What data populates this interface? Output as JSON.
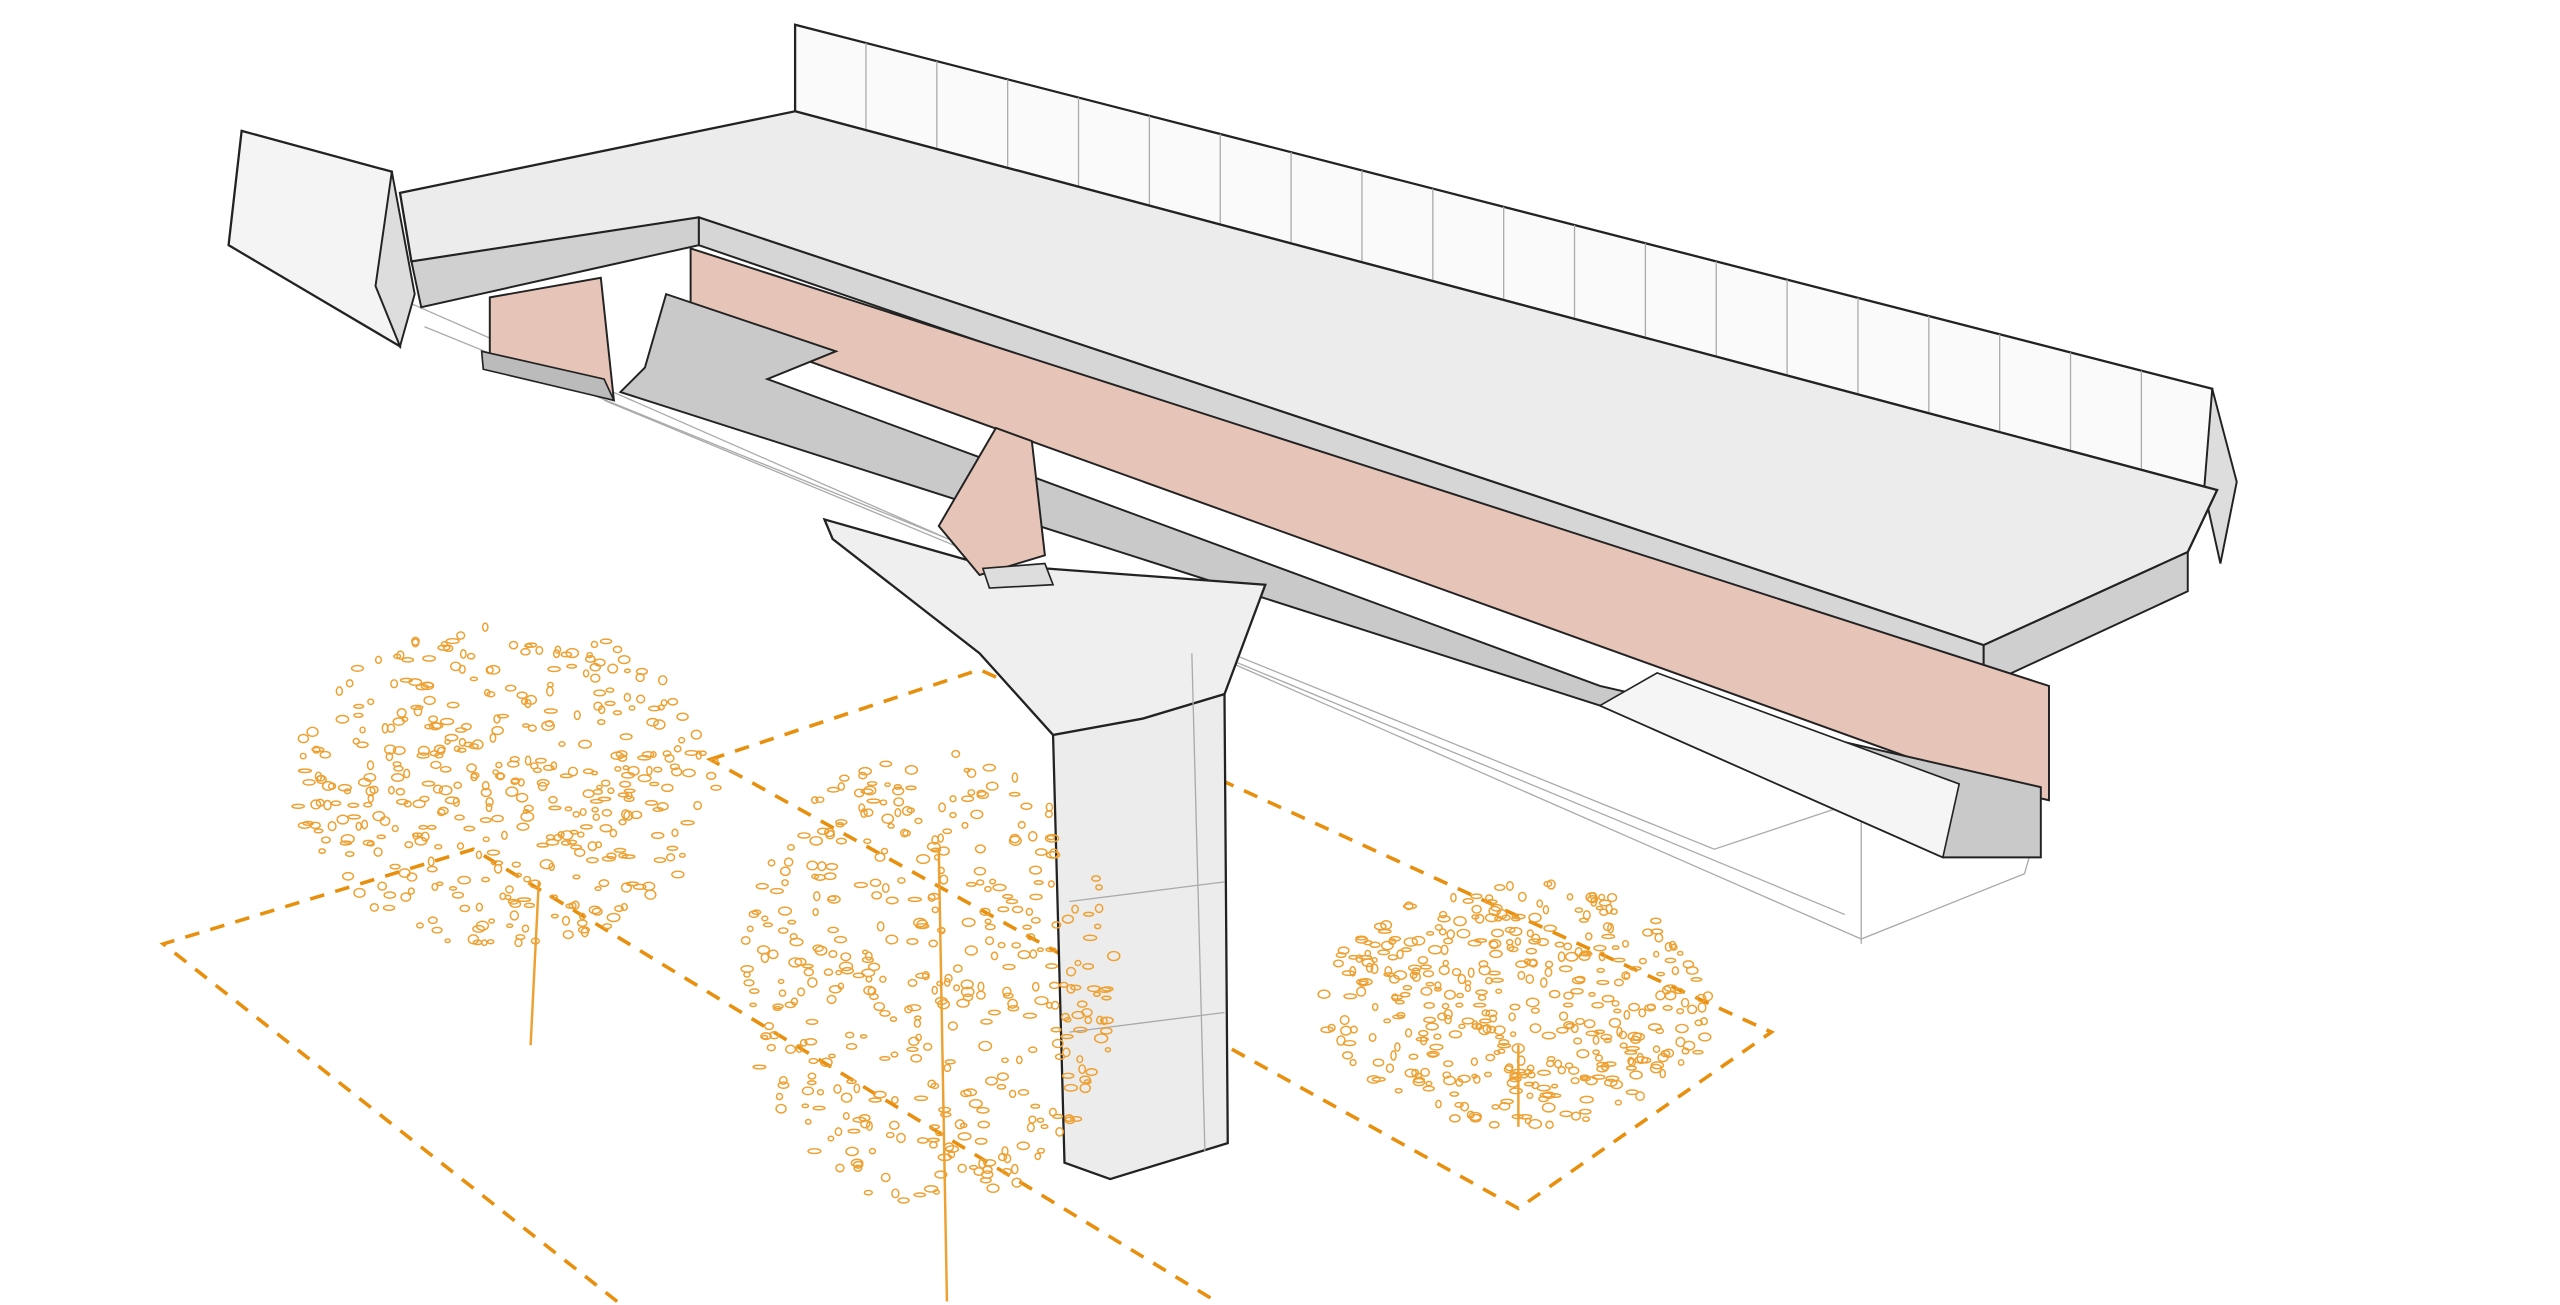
{
  "diagram": {
    "subject": "bridge-deck-and-pier-axonometric",
    "colors": {
      "background": "#ffffff",
      "deck": "#ececec",
      "deck_edge": "#d6d6d6",
      "girder_web": "#e6c4b8",
      "flange": "#c9c9c9",
      "pier": "#efefef",
      "trees": "#eea030",
      "zone_outline": "#e8900e",
      "linework": "#222222"
    },
    "trees": [
      {
        "kind": "broadleaf"
      },
      {
        "kind": "tall-open-canopy"
      },
      {
        "kind": "low-shrub-canopy"
      }
    ]
  }
}
